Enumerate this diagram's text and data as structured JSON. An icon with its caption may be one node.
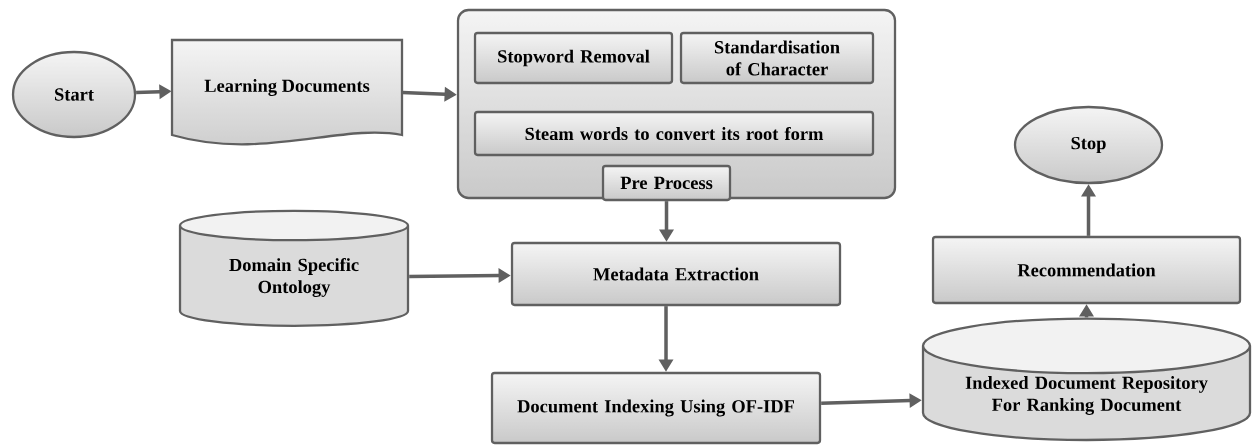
{
  "diagram": {
    "nodes": [
      {
        "text": [
          "Start"
        ]
      },
      {
        "text": [
          "Learning Documents"
        ]
      },
      {
        "text": [],
        "shape": "box"
      },
      {
        "text": [
          "Stopword Removal"
        ],
        "in": 2
      },
      {
        "text": [
          "Standardisation of Character"
        ],
        "in": 2
      },
      {
        "text": [
          "Steam words to convert its root form"
        ],
        "in": 2
      },
      {
        "text": [
          "Pre Process"
        ],
        "in": 2
      },
      {
        "text": [
          "Domain Specific Ontology"
        ]
      },
      {
        "text": [
          "Metadata Extraction"
        ]
      },
      {
        "text": [
          "Document Indexing Using OF-IDF"
        ]
      },
      {
        "text": [
          "Indexed Document Repository For Ranking Document"
        ]
      },
      {
        "text": [
          "Recommendation"
        ]
      },
      {
        "text": [
          "Stop"
        ]
      }
    ],
    "edges": [
      {
        "from": 0,
        "to": 1,
        "arrow": "to"
      },
      {
        "from": 1,
        "to": 2,
        "arrow": "to"
      },
      {
        "from": 6,
        "to": 8,
        "arrow": "to"
      },
      {
        "from": 7,
        "to": 8,
        "arrow": "to"
      },
      {
        "from": 8,
        "to": 9,
        "arrow": "to"
      },
      {
        "from": 9,
        "to": 10,
        "arrow": "to"
      },
      {
        "from": 10,
        "to": 11,
        "arrow": "to"
      },
      {
        "from": 11,
        "to": 12,
        "arrow": "to"
      }
    ]
  }
}
